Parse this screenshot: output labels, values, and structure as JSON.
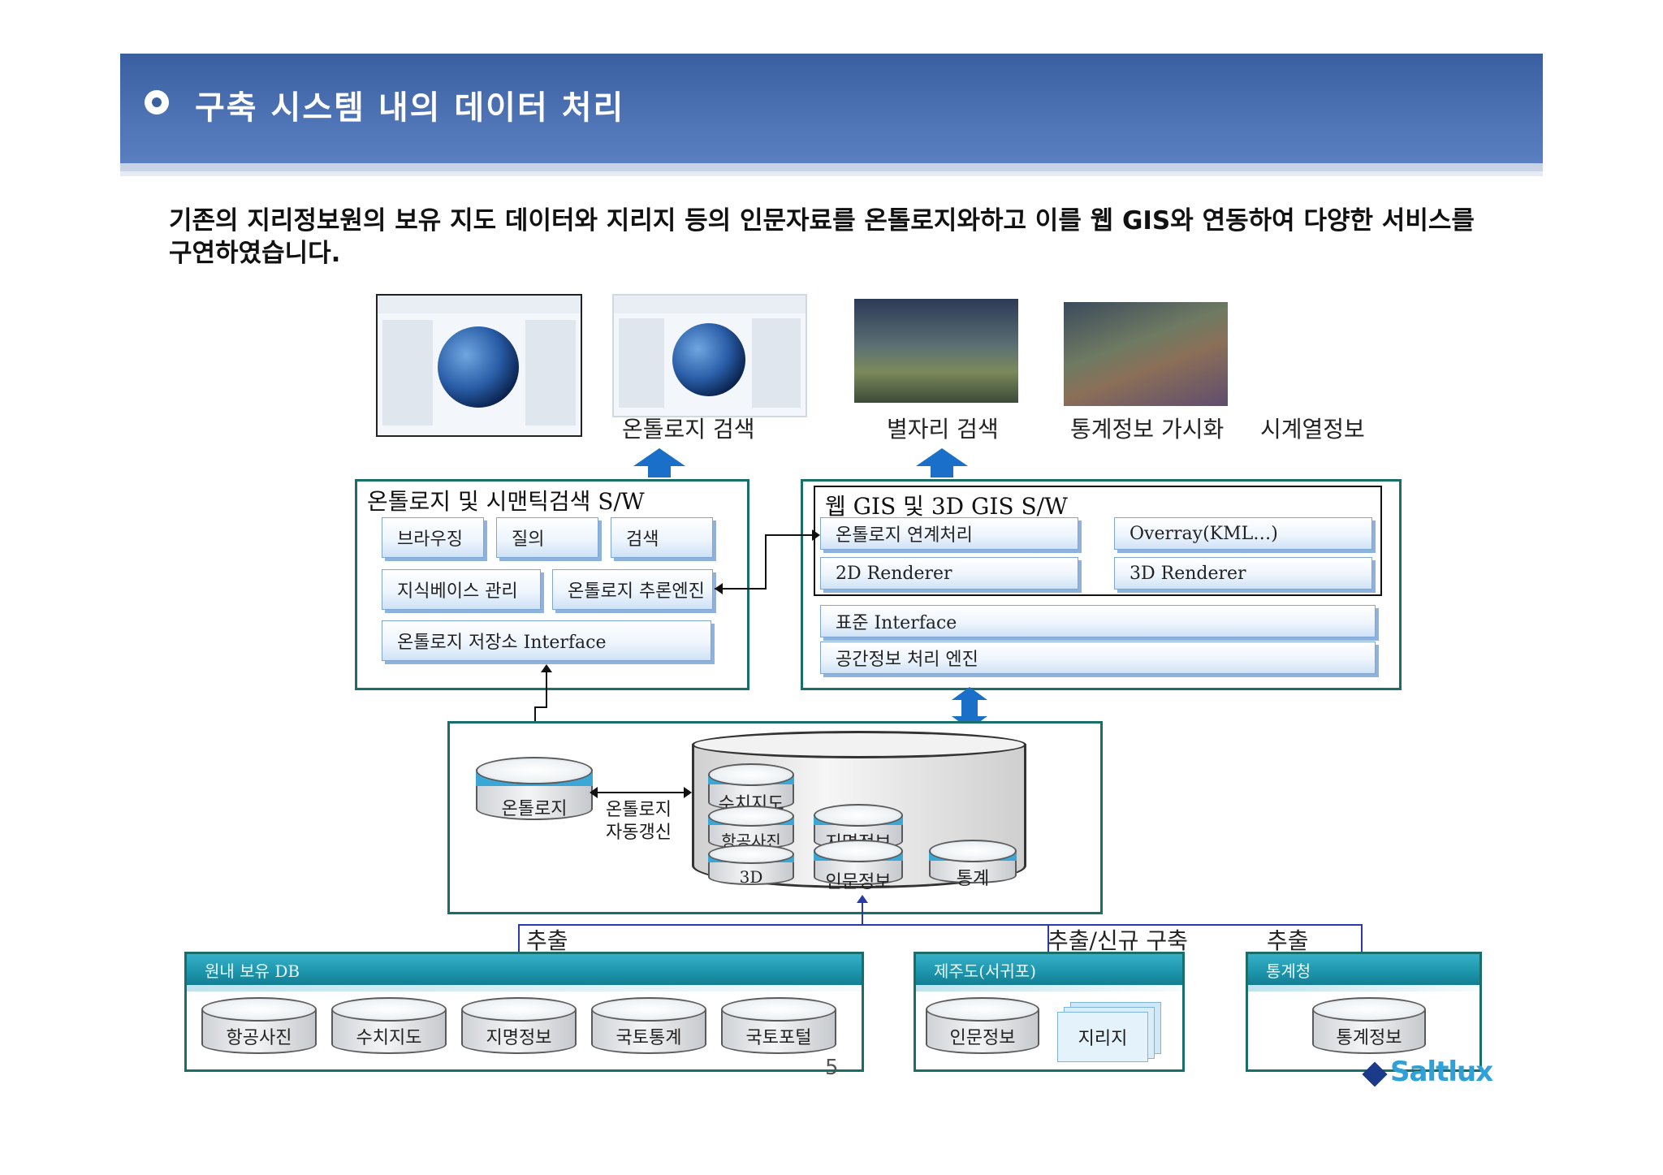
{
  "header": {
    "title": "구축 시스템 내의 데이터 처리"
  },
  "description": "기존의 지리정보원의 보유 지도 데이터와 지리지 등의 인문자료를 온톨로지와하고 이를 웹 GIS와 연동하여 다양한 서비스를 구연하였습니다.",
  "services": {
    "ontology_search": "온톨로지 검색",
    "star_search": "별자리 검색",
    "stats_visual": "통계정보 가시화",
    "timeseries": "시계열정보"
  },
  "ontology_panel": {
    "title": "온톨로지 및 시맨틱검색 S/W",
    "browsing": "브라우징",
    "query": "질의",
    "search": "검색",
    "kb_manage": "지식베이스 관리",
    "inference": "온톨로지 추론엔진",
    "storage": "온톨로지 저장소 Interface"
  },
  "gis_panel": {
    "title": "웹 GIS 및 3D GIS S/W",
    "link": "온톨로지 연계처리",
    "overlay": "Overray(KML…)",
    "r2d": "2D Renderer",
    "r3d": "3D Renderer",
    "std_interface": "표준 Interface",
    "spatial_engine": "공간정보 처리 엔진"
  },
  "storage": {
    "ontology": "온톨로지",
    "auto_update": "온톨로지\n자동갱신",
    "digital_map": "수치지도",
    "aerial": "항공사진",
    "three_d": "3D",
    "place_names": "지명정보",
    "humanities": "인문정보",
    "statistics": "통계"
  },
  "flows": {
    "extract1": "추출",
    "extract_new": "추출/신규 구축",
    "extract2": "추출"
  },
  "sources": {
    "ngii": {
      "title": "원내 보유 DB",
      "items": [
        "항공사진",
        "수치지도",
        "지명정보",
        "국토통계",
        "국토포털"
      ]
    },
    "jeju": {
      "title": "제주도(서귀포)",
      "items": [
        "인문정보",
        "지리지"
      ]
    },
    "kostat": {
      "title": "통계청",
      "items": [
        "통계정보"
      ]
    }
  },
  "footer": {
    "page": "5",
    "brand": "Saltlux"
  },
  "colors": {
    "header": "#3a5fa0",
    "panel_border": "#1a6e6a",
    "arrow": "#1a6fc8",
    "cylinder_band": "#3aa7d6"
  }
}
